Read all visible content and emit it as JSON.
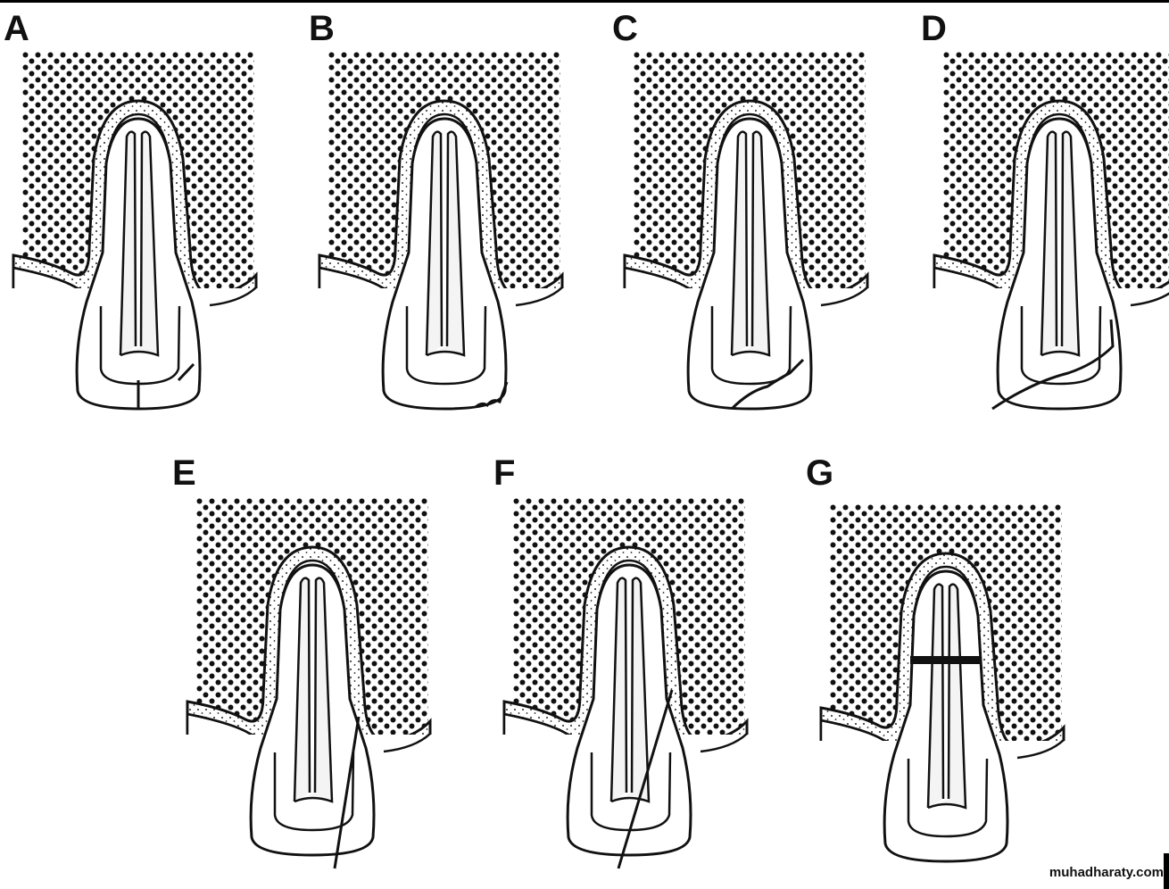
{
  "panels": [
    {
      "label": "A",
      "fracture": "enamel-crack"
    },
    {
      "label": "B",
      "fracture": "enamel-chip"
    },
    {
      "label": "C",
      "fracture": "enamel-dentin-fracture"
    },
    {
      "label": "D",
      "fracture": "crown-root-pulp-exposure"
    },
    {
      "label": "E",
      "fracture": "oblique-crown-root"
    },
    {
      "label": "F",
      "fracture": "oblique-through-pulp"
    },
    {
      "label": "G",
      "fracture": "horizontal-root"
    }
  ],
  "watermark": "muhadharaty.com"
}
